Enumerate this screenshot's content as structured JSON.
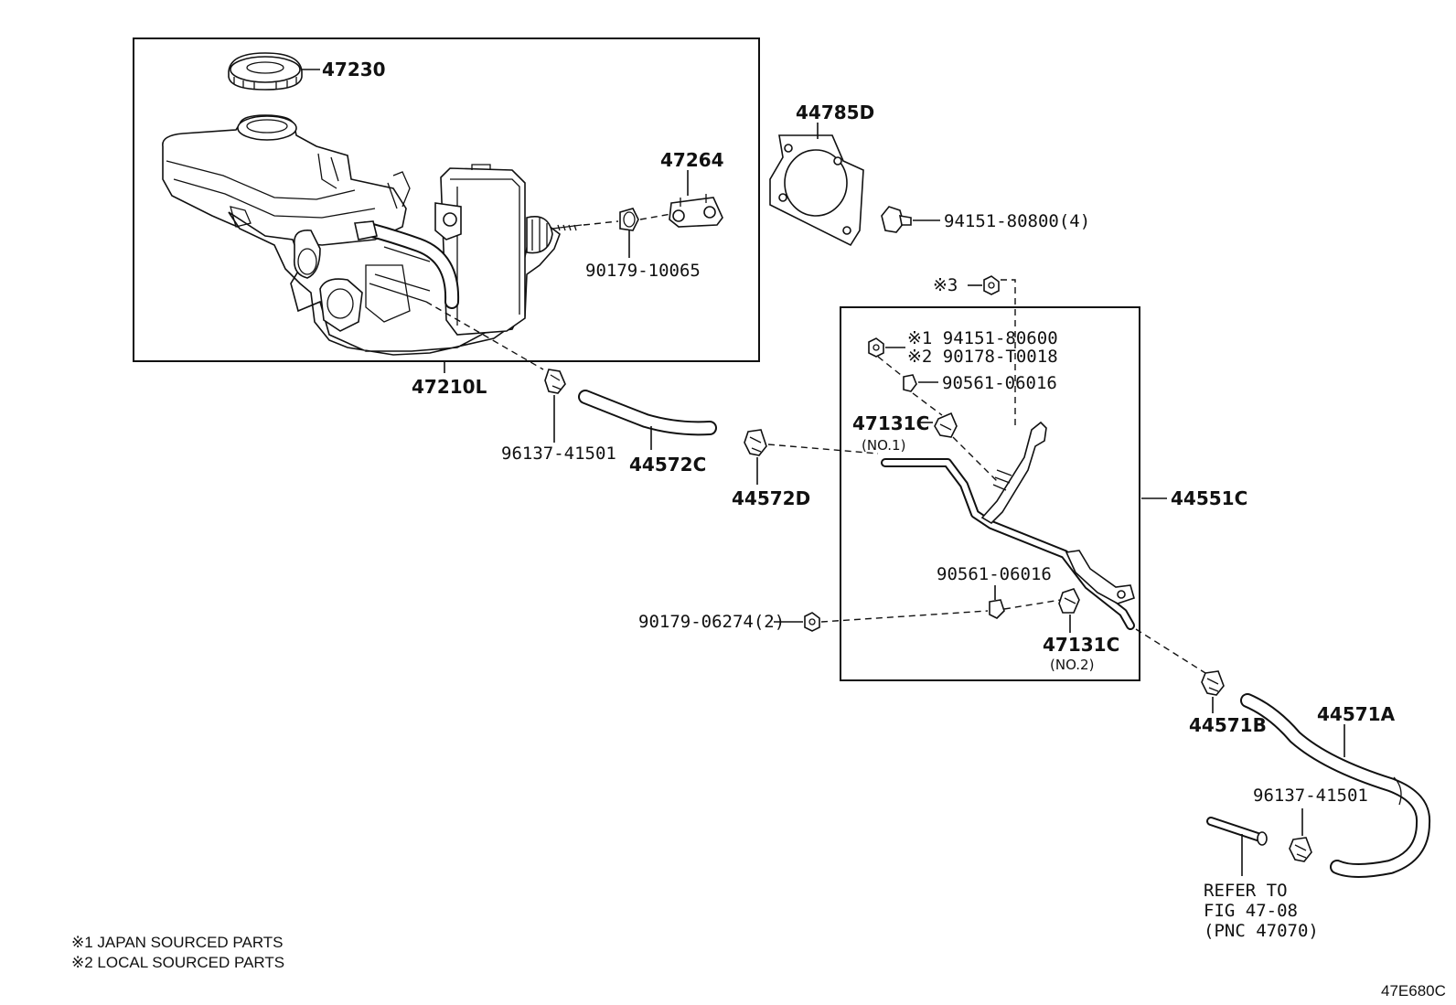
{
  "parts": {
    "p47230": "47230",
    "p47264": "47264",
    "p90179_10065": "90179-10065",
    "p47210L": "47210L",
    "p44785D": "44785D",
    "p94151_80800": "94151-80800(4)",
    "ref3": "※3",
    "ref1_94151_80600": "※1 94151-80600",
    "ref2_90178_T0018": "※2 90178-T0018",
    "p90561_06016_a": "90561-06016",
    "p47131C_a": "47131C",
    "no1": "(NO.1)",
    "p96137_41501_a": "96137-41501",
    "p44572C": "44572C",
    "p44572D": "44572D",
    "p44551C": "44551C",
    "p90561_06016_b": "90561-06016",
    "p90179_06274": "90179-06274(2)",
    "p47131C_b": "47131C",
    "no2": "(NO.2)",
    "p44571B": "44571B",
    "p44571A": "44571A",
    "p96137_41501_b": "96137-41501",
    "refer_line1": "REFER TO",
    "refer_line2": "FIG 47-08",
    "refer_line3": "(PNC 47070)"
  },
  "notes": {
    "note1": "※1 JAPAN SOURCED PARTS",
    "note2": "※2 LOCAL SOURCED PARTS"
  },
  "figure_id": "47E680C",
  "icons": [
    "reservoir-cap-icon",
    "master-cylinder-icon",
    "bracket-icon",
    "gasket-icon",
    "clip-icon",
    "hose-icon",
    "vacuum-pipe-icon",
    "check-valve-icon",
    "grommet-icon",
    "bolt-icon"
  ]
}
